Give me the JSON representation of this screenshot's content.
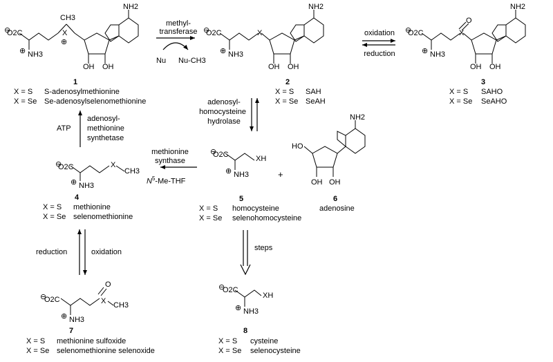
{
  "compounds": {
    "c1": {
      "number": "1",
      "rows": [
        [
          "X = S",
          "S-adenosylmethionine"
        ],
        [
          "X = Se",
          "Se-adenosylselenomethionine"
        ]
      ]
    },
    "c2": {
      "number": "2",
      "rows": [
        [
          "X = S",
          "SAH"
        ],
        [
          "X = Se",
          "SeAH"
        ]
      ]
    },
    "c3": {
      "number": "3",
      "rows": [
        [
          "X = S",
          "SAHO"
        ],
        [
          "X = Se",
          "SeAHO"
        ]
      ]
    },
    "c4": {
      "number": "4",
      "rows": [
        [
          "X = S",
          "methionine"
        ],
        [
          "X = Se",
          "selenomethionine"
        ]
      ]
    },
    "c5": {
      "number": "5",
      "rows": [
        [
          "X = S",
          "homocysteine"
        ],
        [
          "X = Se",
          "selenohomocysteine"
        ]
      ]
    },
    "c6": {
      "number": "6",
      "name": "adenosine"
    },
    "c7": {
      "number": "7",
      "rows": [
        [
          "X = S",
          "methionine sulfoxide"
        ],
        [
          "X = Se",
          "selenomethionine selenoxide"
        ]
      ]
    },
    "c8": {
      "number": "8",
      "rows": [
        [
          "X = S",
          "cysteine"
        ],
        [
          "X = Se",
          "selenocysteine"
        ]
      ]
    }
  },
  "reactions": {
    "mt": {
      "l1": "methyl-",
      "l2": "transferase",
      "nu": "Nu",
      "nuch3": "Nu-CH3"
    },
    "ox23": {
      "top": "oxidation",
      "bottom": "reduction"
    },
    "hydrolase": {
      "l1": "adenosyl-",
      "l2": "homocysteine",
      "l3": "hydrolase"
    },
    "synthetase": {
      "atp": "ATP",
      "l1": "adenosyl-",
      "l2": "methionine",
      "l3": "synthetase"
    },
    "synthase": {
      "l1": "methionine",
      "l2": "synthase",
      "cof_sup": "5",
      "cof_n": "N",
      "cof_rest": "-Me-THF"
    },
    "redox47": {
      "left": "reduction",
      "right": "oxidation"
    },
    "steps": {
      "label": "steps"
    },
    "plus": "+"
  },
  "atoms": {
    "nh2": "NH2",
    "nh3": "NH3",
    "o2c": "O2C",
    "x": "X",
    "ch3": "CH3",
    "o": "O",
    "n": "N",
    "oh": "OH",
    "ho": "HO",
    "xh": "XH",
    "plus": "+",
    "minus": "−"
  }
}
